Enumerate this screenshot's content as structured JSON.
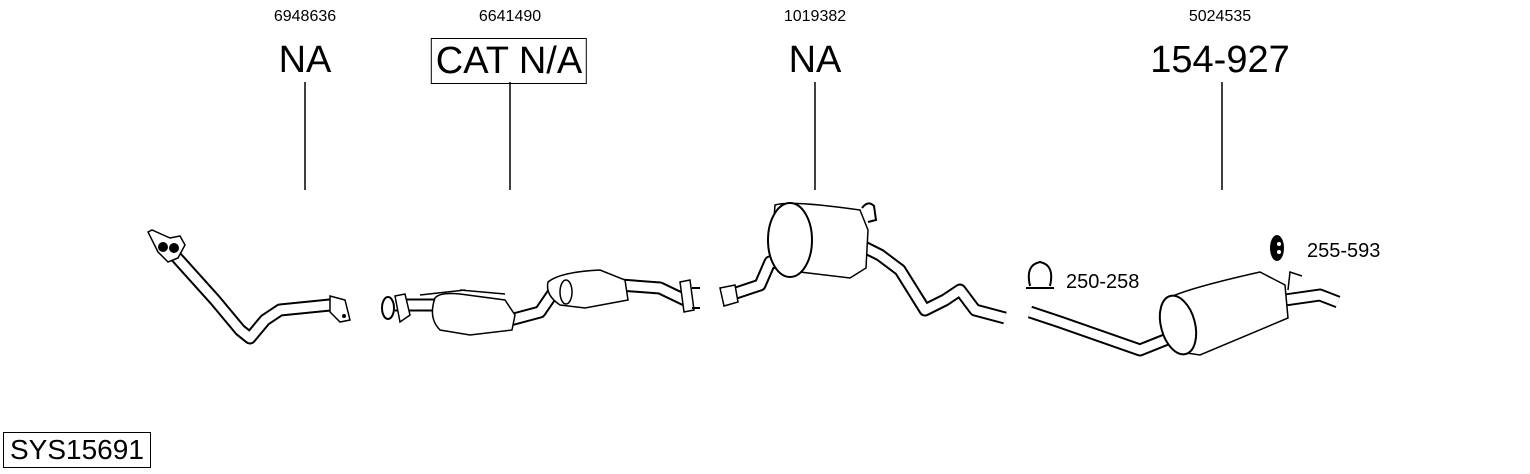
{
  "parts": [
    {
      "article": "6948636",
      "ref": "NA",
      "boxed": false
    },
    {
      "article": "6641490",
      "ref": "CAT N/A",
      "boxed": true
    },
    {
      "article": "1019382",
      "ref": "NA",
      "boxed": false
    },
    {
      "article": "5024535",
      "ref": "154-927",
      "boxed": false
    }
  ],
  "accessories": [
    {
      "ref": "250-258",
      "icon": "clamp-icon"
    },
    {
      "ref": "255-593",
      "icon": "rubber-mount-icon"
    }
  ],
  "system_id": "SYS15691"
}
